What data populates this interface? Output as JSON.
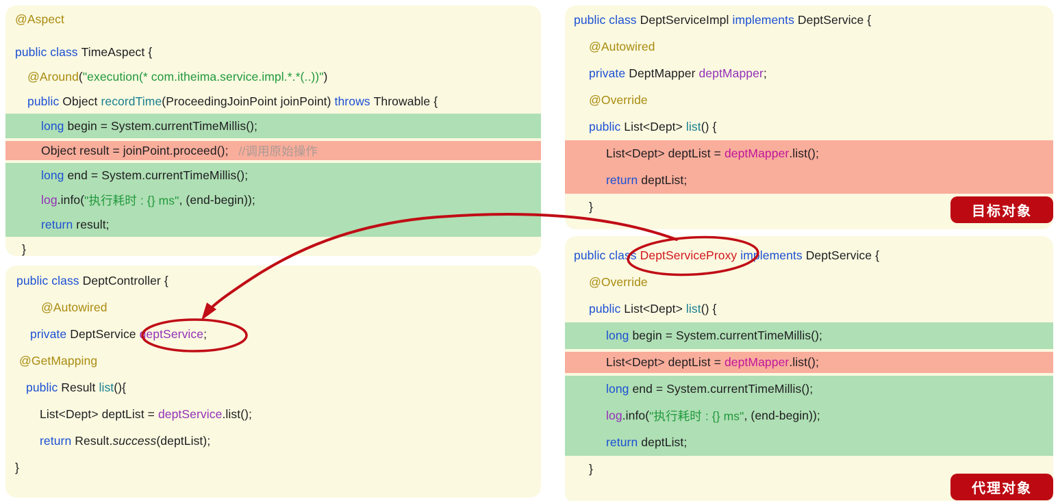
{
  "colors": {
    "panel_bg": "#fbf9e0",
    "highlight_green": "#afdfb4",
    "highlight_red": "#f9ad9b",
    "accent_red": "#bd0a12",
    "keyword": "#1b50d4",
    "annotation": "#a98b10",
    "string": "#21993d",
    "method": "#177f90",
    "field": "#9430b8",
    "field_magenta": "#c0169b",
    "comment_on_red": "#ab9a94",
    "plain": "#1d1d20",
    "class_red": "#d2151c"
  },
  "badges": {
    "target_label": "目标对象",
    "proxy_label": "代理对象"
  },
  "panels": [
    {
      "name": "time-aspect",
      "lines": [
        {
          "pad": 14,
          "hl": "",
          "gap": true,
          "tokens": [
            [
              "ann",
              "@Aspect"
            ]
          ]
        },
        {
          "pad": 14,
          "hl": "",
          "tokens": [
            [
              "kw",
              "public class "
            ],
            [
              "p",
              "TimeAspect {"
            ]
          ]
        },
        {
          "pad": 32,
          "hl": "",
          "tokens": [
            [
              "ann",
              "@Around"
            ],
            [
              "p",
              "("
            ],
            [
              "str",
              "\"execution(* com.itheima.service.impl.*.*(..))\""
            ],
            [
              "p",
              ")"
            ]
          ]
        },
        {
          "pad": 32,
          "hl": "",
          "tokens": [
            [
              "kw",
              "public "
            ],
            [
              "p",
              "Object "
            ],
            [
              "m",
              "recordTime"
            ],
            [
              "p",
              "(ProceedingJoinPoint joinPoint) "
            ],
            [
              "kw",
              "throws "
            ],
            [
              "p",
              "Throwable {"
            ]
          ]
        },
        {
          "pad": 52,
          "hl": "g",
          "tokens": [
            [
              "kw",
              "long "
            ],
            [
              "p",
              "begin = System.currentTimeMillis();"
            ]
          ]
        },
        {
          "pad": 52,
          "hl": "r",
          "sep": true,
          "tokens": [
            [
              "p",
              "Object result = joinPoint.proceed();   "
            ],
            [
              "c",
              "//调用原始操作"
            ]
          ]
        },
        {
          "pad": 52,
          "hl": "g",
          "tokens": [
            [
              "kw",
              "long "
            ],
            [
              "p",
              "end = System.currentTimeMillis();"
            ]
          ]
        },
        {
          "pad": 52,
          "hl": "g",
          "tokens": [
            [
              "f",
              "log"
            ],
            [
              "p",
              ".info("
            ],
            [
              "str",
              "\"执行耗时 : {} ms\""
            ],
            [
              "p",
              ", (end-begin));"
            ]
          ]
        },
        {
          "pad": 52,
          "hl": "g",
          "tokens": [
            [
              "kw",
              "return "
            ],
            [
              "p",
              "result;"
            ]
          ]
        },
        {
          "pad": 24,
          "hl": "",
          "tokens": [
            [
              "p",
              "}"
            ]
          ]
        }
      ]
    },
    {
      "name": "dept-controller",
      "lines": [
        {
          "pad": 16,
          "hl": "",
          "tokens": [
            [
              "kw",
              "public class "
            ],
            [
              "p",
              "DeptController {"
            ]
          ]
        },
        {
          "pad": 52,
          "hl": "",
          "tokens": [
            [
              "ann",
              "@Autowired"
            ]
          ]
        },
        {
          "pad": 36,
          "hl": "",
          "tokens": [
            [
              "kw",
              "private "
            ],
            [
              "p",
              "DeptService "
            ],
            [
              "f",
              "deptService"
            ],
            [
              "p",
              ";"
            ]
          ]
        },
        {
          "pad": 20,
          "hl": "",
          "tokens": [
            [
              "ann",
              "@GetMapping"
            ]
          ]
        },
        {
          "pad": 30,
          "hl": "",
          "tokens": [
            [
              "kw",
              "public "
            ],
            [
              "p",
              "Result "
            ],
            [
              "m",
              "list"
            ],
            [
              "p",
              "(){"
            ]
          ]
        },
        {
          "pad": 50,
          "hl": "",
          "tokens": [
            [
              "p",
              "List<Dept> deptList = "
            ],
            [
              "f",
              "deptService"
            ],
            [
              "p",
              ".list();"
            ]
          ]
        },
        {
          "pad": 50,
          "hl": "",
          "tokens": [
            [
              "kw",
              "return "
            ],
            [
              "p",
              "Result."
            ],
            [
              "pi",
              "success"
            ],
            [
              "p",
              "(deptList);"
            ]
          ]
        },
        {
          "pad": 14,
          "hl": "",
          "tokens": [
            [
              "p",
              "}"
            ]
          ]
        }
      ]
    },
    {
      "name": "dept-service-impl",
      "lines": [
        {
          "pad": 13,
          "hl": "",
          "tokens": [
            [
              "kw",
              "public class "
            ],
            [
              "p",
              "DeptServiceImpl "
            ],
            [
              "kw",
              "implements "
            ],
            [
              "p",
              "DeptService {"
            ]
          ]
        },
        {
          "pad": 35,
          "hl": "",
          "tokens": [
            [
              "ann",
              "@Autowired"
            ]
          ]
        },
        {
          "pad": 35,
          "hl": "",
          "tokens": [
            [
              "kw",
              "private "
            ],
            [
              "p",
              "DeptMapper "
            ],
            [
              "f",
              "deptMapper"
            ],
            [
              "p",
              ";"
            ]
          ]
        },
        {
          "pad": 35,
          "hl": "",
          "tokens": [
            [
              "ann",
              "@Override"
            ]
          ]
        },
        {
          "pad": 35,
          "hl": "",
          "tokens": [
            [
              "kw",
              "public "
            ],
            [
              "p",
              "List<Dept> "
            ],
            [
              "m",
              "list"
            ],
            [
              "p",
              "() {"
            ]
          ]
        },
        {
          "pad": 60,
          "hl": "r",
          "tokens": [
            [
              "p",
              "List<Dept> deptList = "
            ],
            [
              "fm",
              "deptMapper"
            ],
            [
              "p",
              ".list();"
            ]
          ]
        },
        {
          "pad": 60,
          "hl": "r",
          "tokens": [
            [
              "kw",
              "return "
            ],
            [
              "p",
              "deptList;"
            ]
          ]
        },
        {
          "pad": 35,
          "hl": "",
          "tokens": [
            [
              "p",
              "}"
            ]
          ]
        }
      ]
    },
    {
      "name": "dept-service-proxy",
      "lines": [
        {
          "pad": 13,
          "hl": "",
          "tokens": [
            [
              "kw",
              "public class"
            ],
            [
              "r",
              " DeptServiceProxy "
            ],
            [
              "kw",
              "implements"
            ],
            [
              "p",
              " DeptService {"
            ]
          ]
        },
        {
          "pad": 35,
          "hl": "",
          "tokens": [
            [
              "ann",
              "@Override"
            ]
          ]
        },
        {
          "pad": 35,
          "hl": "",
          "tokens": [
            [
              "kw",
              "public "
            ],
            [
              "p",
              "List<Dept> "
            ],
            [
              "m",
              "list"
            ],
            [
              "p",
              "() {"
            ]
          ]
        },
        {
          "pad": 60,
          "hl": "g",
          "tokens": [
            [
              "kw",
              "long "
            ],
            [
              "p",
              "begin = System.currentTimeMillis();"
            ]
          ]
        },
        {
          "pad": 60,
          "hl": "r",
          "sep": true,
          "tokens": [
            [
              "p",
              "List<Dept> deptList = "
            ],
            [
              "fm",
              "deptMapper"
            ],
            [
              "p",
              ".list();"
            ]
          ]
        },
        {
          "pad": 60,
          "hl": "g",
          "tokens": [
            [
              "kw",
              "long "
            ],
            [
              "p",
              "end = System.currentTimeMillis();"
            ]
          ]
        },
        {
          "pad": 60,
          "hl": "g",
          "tokens": [
            [
              "f",
              "log"
            ],
            [
              "p",
              ".info("
            ],
            [
              "str",
              "\"执行耗时 : {} ms\""
            ],
            [
              "p",
              ", (end-begin));"
            ]
          ]
        },
        {
          "pad": 60,
          "hl": "g",
          "tokens": [
            [
              "kw",
              "return "
            ],
            [
              "p",
              "deptList;"
            ]
          ]
        },
        {
          "pad": 35,
          "hl": "",
          "tokens": [
            [
              "p",
              "}"
            ]
          ]
        }
      ]
    }
  ]
}
